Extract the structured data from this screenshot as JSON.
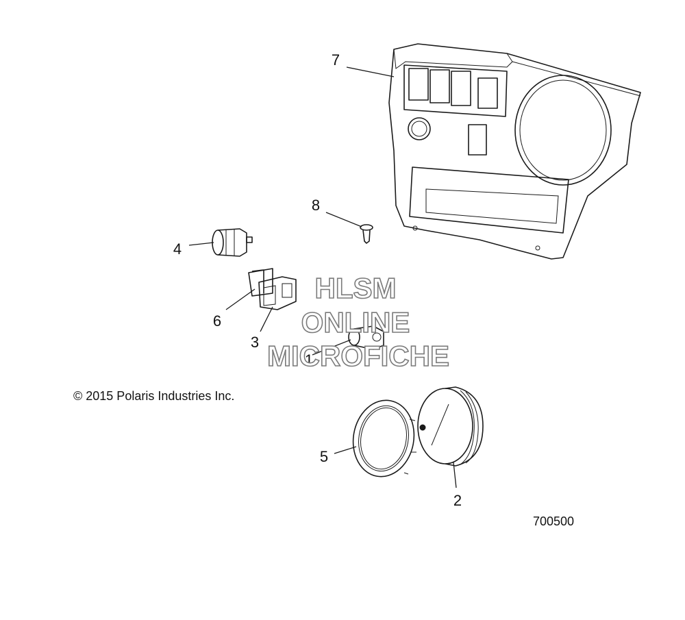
{
  "callouts": {
    "c1": "1",
    "c2": "2",
    "c3": "3",
    "c4": "4",
    "c5": "5",
    "c6": "6",
    "c7": "7",
    "c8": "8"
  },
  "copyright": "© 2015 Polaris Industries Inc.",
  "diagram_number": "700500",
  "watermark": {
    "line1": "HLSM",
    "line2": "ONLINE",
    "line3": "MICROFICHE"
  }
}
